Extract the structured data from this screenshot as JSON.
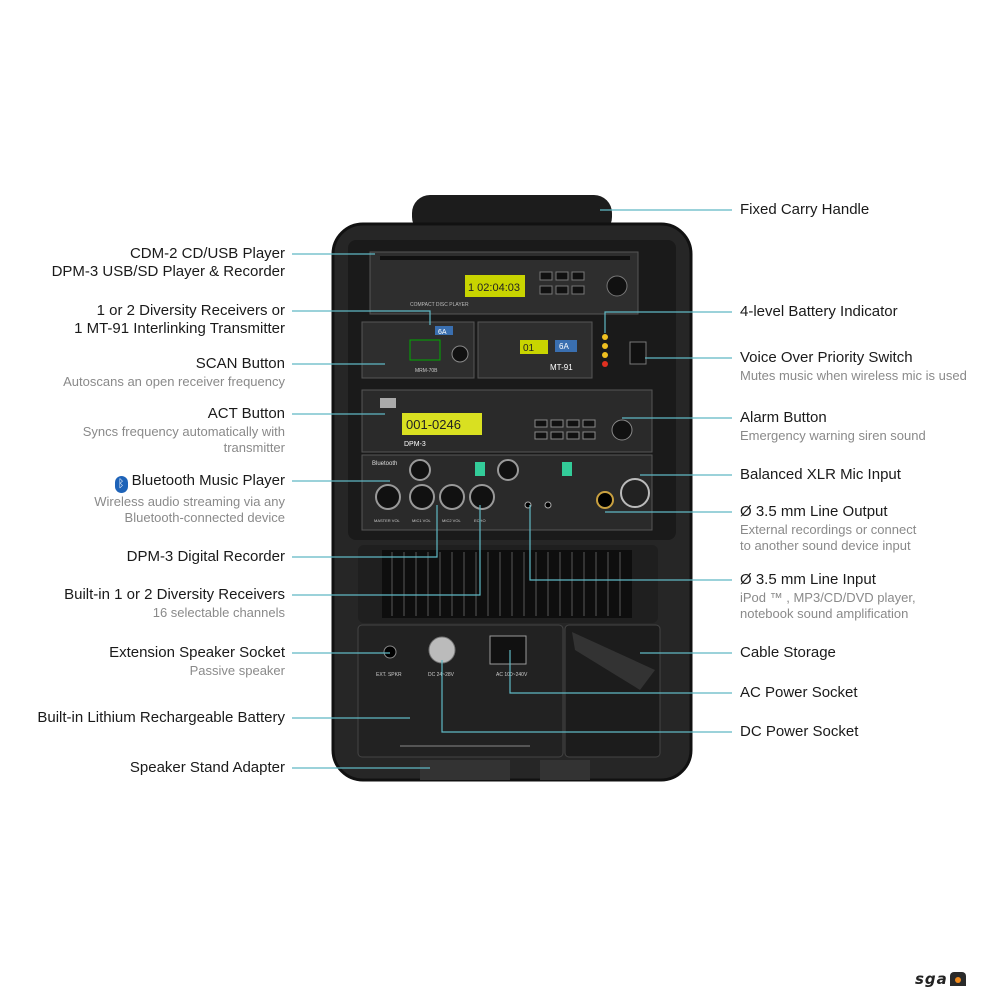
{
  "left_labels": [
    {
      "title": "CDM-2 CD/USB Player",
      "title2": "DPM-3 USB/SD Player & Recorder"
    },
    {
      "title": "1 or 2 Diversity Receivers or",
      "title2": "1 MT-91 Interlinking Transmitter"
    },
    {
      "title": "SCAN Button",
      "sub": "Autoscans an open receiver frequency"
    },
    {
      "title": "ACT Button",
      "sub": "Syncs frequency automatically with",
      "sub2": "transmitter"
    },
    {
      "title": "Bluetooth Music Player",
      "sub": "Wireless audio streaming via any",
      "sub2": "Bluetooth-connected device"
    },
    {
      "title": "DPM-3 Digital Recorder"
    },
    {
      "title": "Built-in 1 or 2 Diversity Receivers",
      "sub": "16 selectable channels"
    },
    {
      "title": "Extension Speaker Socket",
      "sub": "Passive speaker"
    },
    {
      "title": "Built-in Lithium Rechargeable Battery"
    },
    {
      "title": "Speaker Stand Adapter"
    }
  ],
  "right_labels": [
    {
      "title": "Fixed Carry Handle"
    },
    {
      "title": "4-level Battery Indicator"
    },
    {
      "title": "Voice Over Priority Switch",
      "sub": "Mutes music when wireless mic is used"
    },
    {
      "title": "Alarm Button",
      "sub": "Emergency warning siren sound"
    },
    {
      "title": "Balanced XLR Mic Input"
    },
    {
      "title": "Ø 3.5 mm Line Output",
      "sub": "External recordings or connect",
      "sub2": "to another sound device input"
    },
    {
      "title": "Ø 3.5 mm Line Input",
      "sub": "iPod ™ , MP3/CD/DVD player,",
      "sub2": "notebook sound amplification"
    },
    {
      "title": "Cable Storage"
    },
    {
      "title": "AC Power Socket"
    },
    {
      "title": "DC Power Socket"
    }
  ],
  "device": {
    "cd_lcd": "1 02:04:03",
    "cd_label": "COMPACT DISC PLAYER",
    "rx_channel": "6A",
    "rx_model": "MRM-70B",
    "tx_display": "01",
    "tx_model": "MT-91",
    "dpm_lcd": "001-0246",
    "dpm_label": "DPM-3",
    "bt_label": "Bluetooth",
    "knob_labels": [
      "MASTER VOL",
      "MIC1 VOL",
      "MIC2 VOL",
      "ECHO"
    ],
    "ext_spkr": "EXT. SPKR",
    "dc_label": "DC 24~28V",
    "ac_label": "AC 100~240V"
  },
  "brand": "sga",
  "colors": {
    "leader": "#5fb8c4",
    "bluetooth": "#1e63b8",
    "lcd": "#d9e021"
  }
}
